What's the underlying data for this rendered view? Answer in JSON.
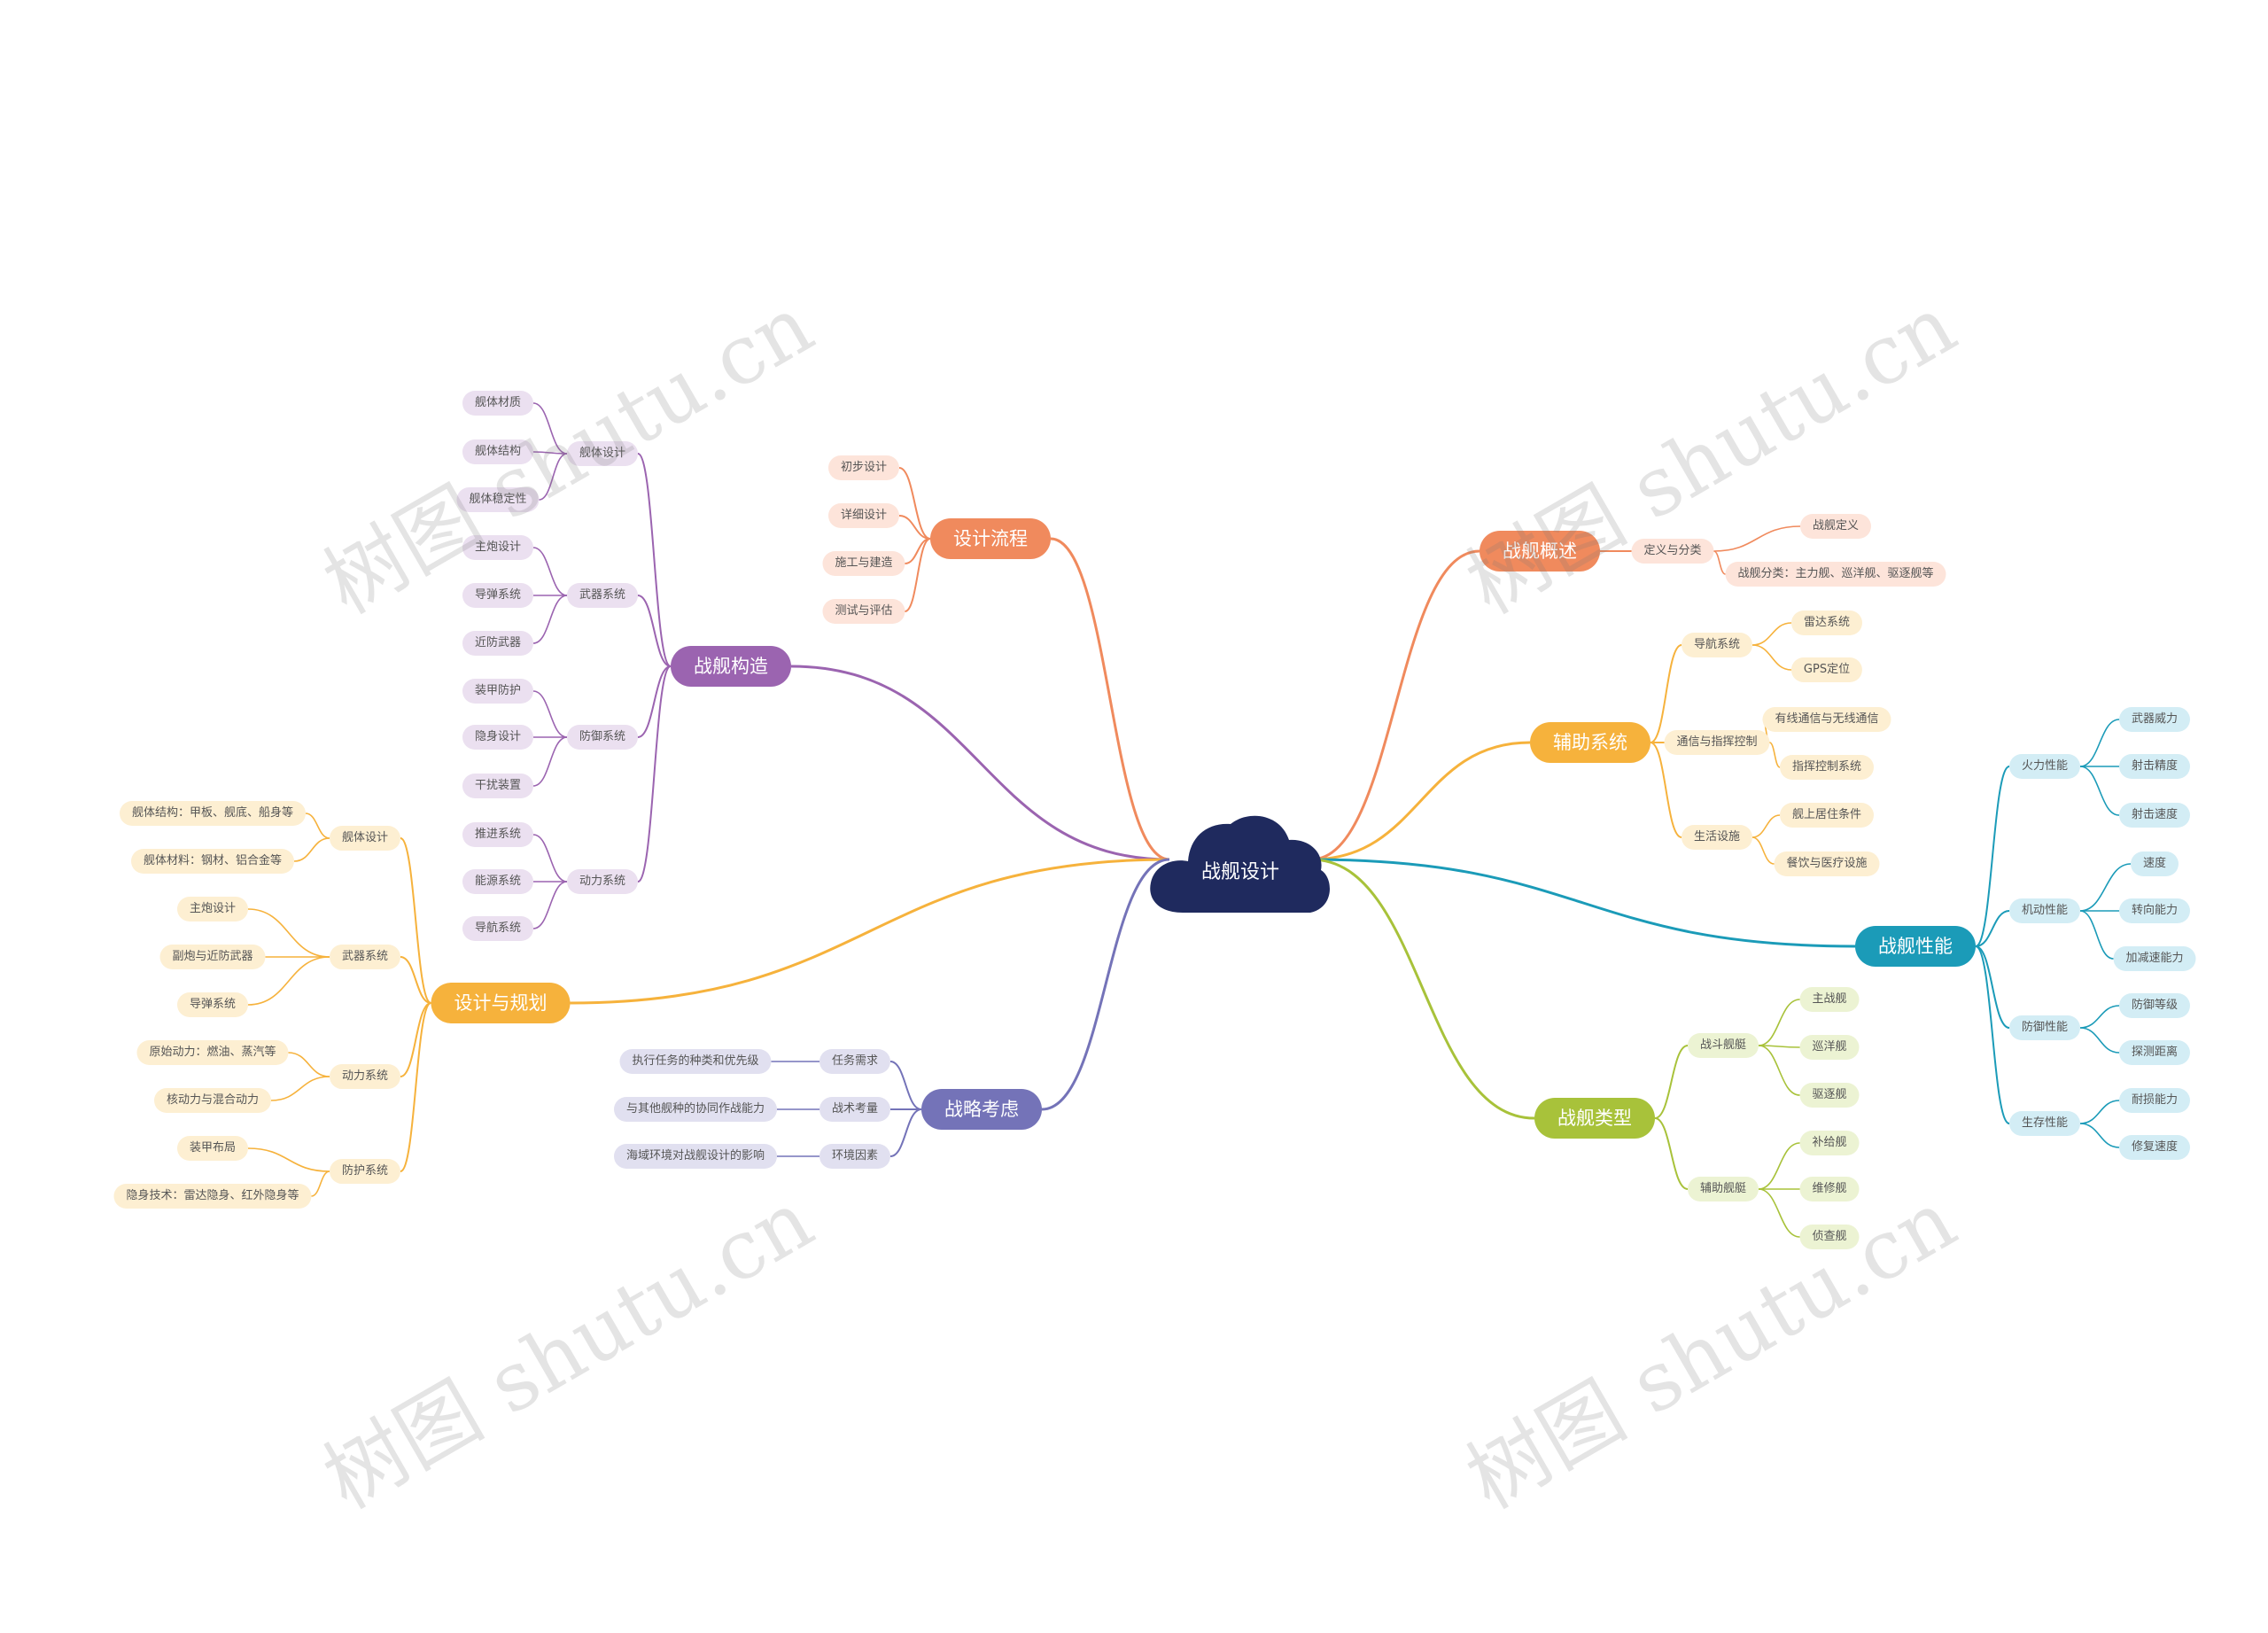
{
  "root": {
    "label": "战舰设计",
    "color": "#1f2a5e"
  },
  "watermark": "树图 shutu.cn",
  "branches": [
    {
      "id": "overview",
      "label": "战舰概述",
      "color": "#f08a5d",
      "tint": "#fde4da",
      "children": [
        {
          "label": "定义与分类",
          "children": [
            "战舰定义",
            "战舰分类：主力舰、巡洋舰、驱逐舰等"
          ]
        }
      ]
    },
    {
      "id": "aux",
      "label": "辅助系统",
      "color": "#f6b23c",
      "tint": "#fdefd2",
      "children": [
        {
          "label": "导航系统",
          "children": [
            "雷达系统",
            "GPS定位"
          ]
        },
        {
          "label": "通信与指挥控制",
          "children": [
            "有线通信与无线通信",
            "指挥控制系统"
          ]
        },
        {
          "label": "生活设施",
          "children": [
            "舰上居住条件",
            "餐饮与医疗设施"
          ]
        }
      ]
    },
    {
      "id": "performance",
      "label": "战舰性能",
      "color": "#1b9bb8",
      "tint": "#d3edf5",
      "children": [
        {
          "label": "火力性能",
          "children": [
            "武器威力",
            "射击精度",
            "射击速度"
          ]
        },
        {
          "label": "机动性能",
          "children": [
            "速度",
            "转向能力",
            "加减速能力"
          ]
        },
        {
          "label": "防御性能",
          "children": [
            "防御等级",
            "探测距离"
          ]
        },
        {
          "label": "生存性能",
          "children": [
            "耐损能力",
            "修复速度"
          ]
        }
      ]
    },
    {
      "id": "types",
      "label": "战舰类型",
      "color": "#a8c23a",
      "tint": "#ecf3d3",
      "children": [
        {
          "label": "战斗舰艇",
          "children": [
            "主战舰",
            "巡洋舰",
            "驱逐舰"
          ]
        },
        {
          "label": "辅助舰艇",
          "children": [
            "补给舰",
            "维修舰",
            "侦查舰"
          ]
        }
      ]
    },
    {
      "id": "process",
      "label": "设计流程",
      "color": "#f08a5d",
      "tint": "#fde4da",
      "children": [
        {
          "label": "初步设计",
          "children": []
        },
        {
          "label": "详细设计",
          "children": []
        },
        {
          "label": "施工与建造",
          "children": []
        },
        {
          "label": "测试与评估",
          "children": []
        }
      ]
    },
    {
      "id": "structure",
      "label": "战舰构造",
      "color": "#9b64b0",
      "tint": "#ebe0f0",
      "children": [
        {
          "label": "舰体设计",
          "children": [
            "舰体材质",
            "舰体结构",
            "舰体稳定性"
          ]
        },
        {
          "label": "武器系统",
          "children": [
            "主炮设计",
            "导弹系统",
            "近防武器"
          ]
        },
        {
          "label": "防御系统",
          "children": [
            "装甲防护",
            "隐身设计",
            "干扰装置"
          ]
        },
        {
          "label": "动力系统",
          "children": [
            "推进系统",
            "能源系统",
            "导航系统"
          ]
        }
      ]
    },
    {
      "id": "planning",
      "label": "设计与规划",
      "color": "#f6b23c",
      "tint": "#fdefd2",
      "children": [
        {
          "label": "舰体设计",
          "children": [
            "舰体结构：甲板、舰底、船身等",
            "舰体材料：钢材、铝合金等"
          ]
        },
        {
          "label": "武器系统",
          "children": [
            "主炮设计",
            "副炮与近防武器",
            "导弹系统"
          ]
        },
        {
          "label": "动力系统",
          "children": [
            "原始动力：燃油、蒸汽等",
            "核动力与混合动力"
          ]
        },
        {
          "label": "防护系统",
          "children": [
            "装甲布局",
            "隐身技术：雷达隐身、红外隐身等"
          ]
        }
      ]
    },
    {
      "id": "tactics",
      "label": "战略考虑",
      "color": "#7473b8",
      "tint": "#e1e0f0",
      "children": [
        {
          "label": "任务需求",
          "children": [
            "执行任务的种类和优先级"
          ]
        },
        {
          "label": "战术考量",
          "children": [
            "与其他舰种的协同作战能力"
          ]
        },
        {
          "label": "环境因素",
          "children": [
            "海域环境对战舰设计的影响"
          ]
        }
      ]
    }
  ]
}
